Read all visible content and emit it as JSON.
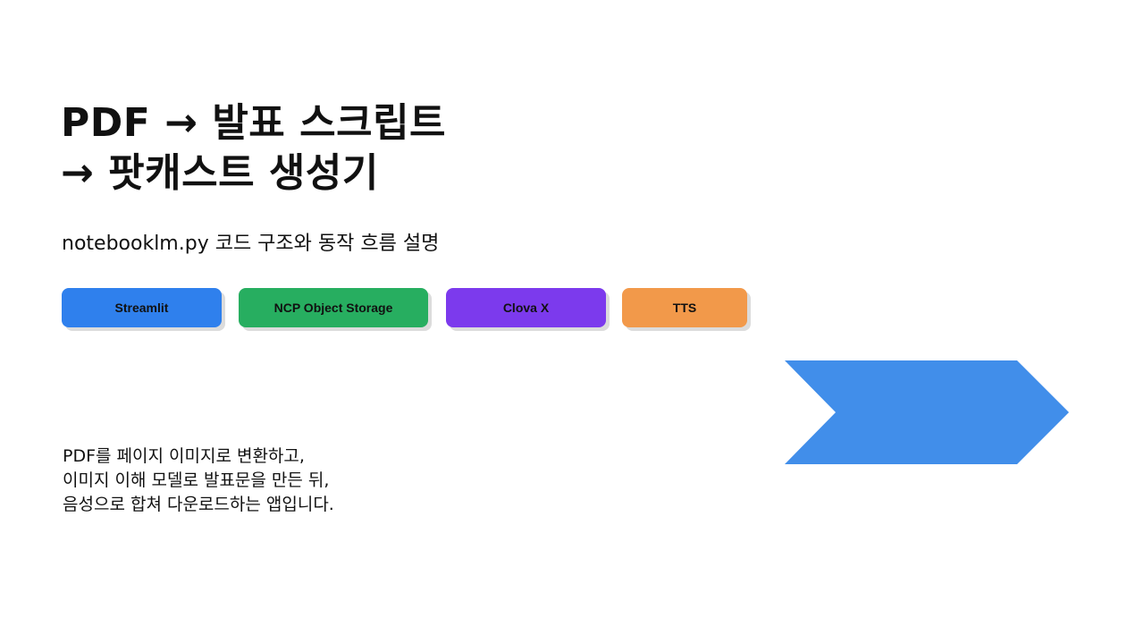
{
  "title": {
    "line1": "PDF → 발표 스크립트",
    "line2": "→ 팟캐스트 생성기"
  },
  "subtitle": "notebooklm.py 코드 구조와 동작 흐름 설명",
  "tags": [
    {
      "label": "Streamlit",
      "color": "#2F80ED"
    },
    {
      "label": "NCP Object Storage",
      "color": "#27AE60"
    },
    {
      "label": "Clova X",
      "color": "#7C3AED"
    },
    {
      "label": "TTS",
      "color": "#F2994A"
    }
  ],
  "description": {
    "line1": "PDF를 페이지 이미지로 변환하고,",
    "line2": "이미지 이해 모델로 발표문을 만든 뒤,",
    "line3": "음성으로 합쳐 다운로드하는 앱입니다."
  },
  "chevron": {
    "color": "#418EEA",
    "icon": "chevron-arrow-shape"
  }
}
